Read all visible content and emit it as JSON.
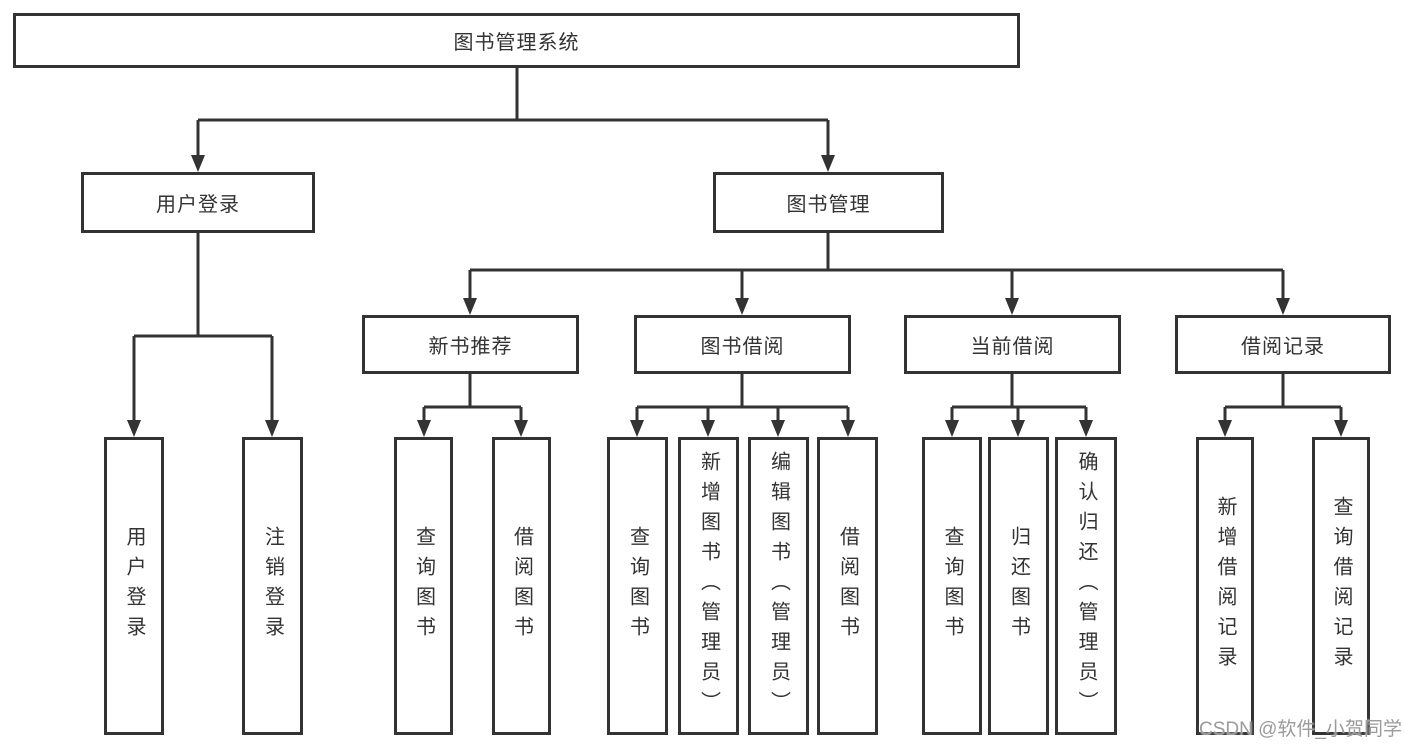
{
  "diagram": {
    "title": "图书管理系统",
    "watermark": "CSDN @软件_小贺同学",
    "colors": {
      "line": "#333333",
      "box_border": "#333333",
      "box_fill": "#ffffff",
      "text": "#333333",
      "watermark": "#9b9b9b"
    },
    "nodes": {
      "root": {
        "label": "图书管理系统"
      },
      "user_login": {
        "label": "用户登录"
      },
      "book_mgmt": {
        "label": "图书管理"
      },
      "new_book_rec": {
        "label": "新书推荐"
      },
      "book_borrow": {
        "label": "图书借阅"
      },
      "current_borrow": {
        "label": "当前借阅"
      },
      "borrow_record": {
        "label": "借阅记录"
      },
      "leaf_user_login": {
        "label": "用户登录"
      },
      "leaf_logout": {
        "label": "注销登录"
      },
      "leaf_query_book_a": {
        "label": "查询图书"
      },
      "leaf_borrow_book_a": {
        "label": "借阅图书"
      },
      "leaf_query_book_b": {
        "label": "查询图书"
      },
      "leaf_add_book": {
        "label": "新增图书（管理员）"
      },
      "leaf_edit_book": {
        "label": "编辑图书（管理员）"
      },
      "leaf_borrow_book_b": {
        "label": "借阅图书"
      },
      "leaf_query_book_c": {
        "label": "查询图书"
      },
      "leaf_return_book": {
        "label": "归还图书"
      },
      "leaf_confirm_return": {
        "label": "确认归还（管理员）"
      },
      "leaf_add_record": {
        "label": "新增借阅记录"
      },
      "leaf_query_record": {
        "label": "查询借阅记录"
      }
    },
    "hierarchy": {
      "图书管理系统": [
        "用户登录",
        "图书管理"
      ],
      "用户登录": [
        "用户登录",
        "注销登录"
      ],
      "图书管理": [
        "新书推荐",
        "图书借阅",
        "当前借阅",
        "借阅记录"
      ],
      "新书推荐": [
        "查询图书",
        "借阅图书"
      ],
      "图书借阅": [
        "查询图书",
        "新增图书（管理员）",
        "编辑图书（管理员）",
        "借阅图书"
      ],
      "当前借阅": [
        "查询图书",
        "归还图书",
        "确认归还（管理员）"
      ],
      "借阅记录": [
        "新增借阅记录",
        "查询借阅记录"
      ]
    }
  }
}
